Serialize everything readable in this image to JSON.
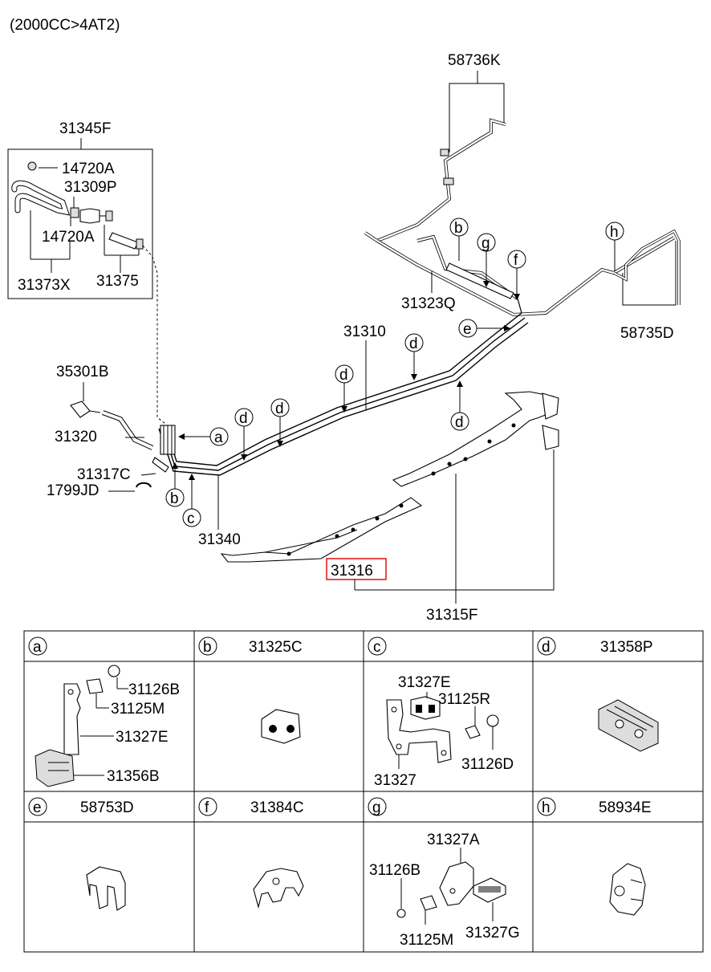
{
  "header": {
    "spec": "(2000CC>4AT2)"
  },
  "parts": {
    "p58736K": "58736K",
    "p31345F": "31345F",
    "p14720A_top": "14720A",
    "p31309P": "31309P",
    "p14720A_mid": "14720A",
    "p31373X": "31373X",
    "p31375": "31375",
    "p31323Q": "31323Q",
    "p58735D": "58735D",
    "p31310": "31310",
    "p35301B": "35301B",
    "p31320": "31320",
    "p31317C": "31317C",
    "p1799JD": "1799JD",
    "p31340": "31340",
    "p31316": "31316",
    "p31315F": "31315F"
  },
  "callouts": {
    "a": "a",
    "b": "b",
    "c": "c",
    "d": "d",
    "e": "e",
    "f": "f",
    "g": "g",
    "h": "h"
  },
  "table": {
    "cells": [
      {
        "letter": "a",
        "code": ""
      },
      {
        "letter": "b",
        "code": "31325C"
      },
      {
        "letter": "c",
        "code": ""
      },
      {
        "letter": "d",
        "code": "31358P"
      },
      {
        "letter": "e",
        "code": "58753D"
      },
      {
        "letter": "f",
        "code": "31384C"
      },
      {
        "letter": "g",
        "code": ""
      },
      {
        "letter": "h",
        "code": "58934E"
      }
    ],
    "a_parts": {
      "p1": "31126B",
      "p2": "31125M",
      "p3": "31327E",
      "p4": "31356B"
    },
    "c_parts": {
      "p1": "31327E",
      "p2": "31125R",
      "p3": "31327",
      "p4": "31126D"
    },
    "g_parts": {
      "p1": "31327A",
      "p2": "31126B",
      "p3": "31125M",
      "p4": "31327G"
    }
  },
  "highlight": {
    "color": "#e02020",
    "part": "31316"
  }
}
